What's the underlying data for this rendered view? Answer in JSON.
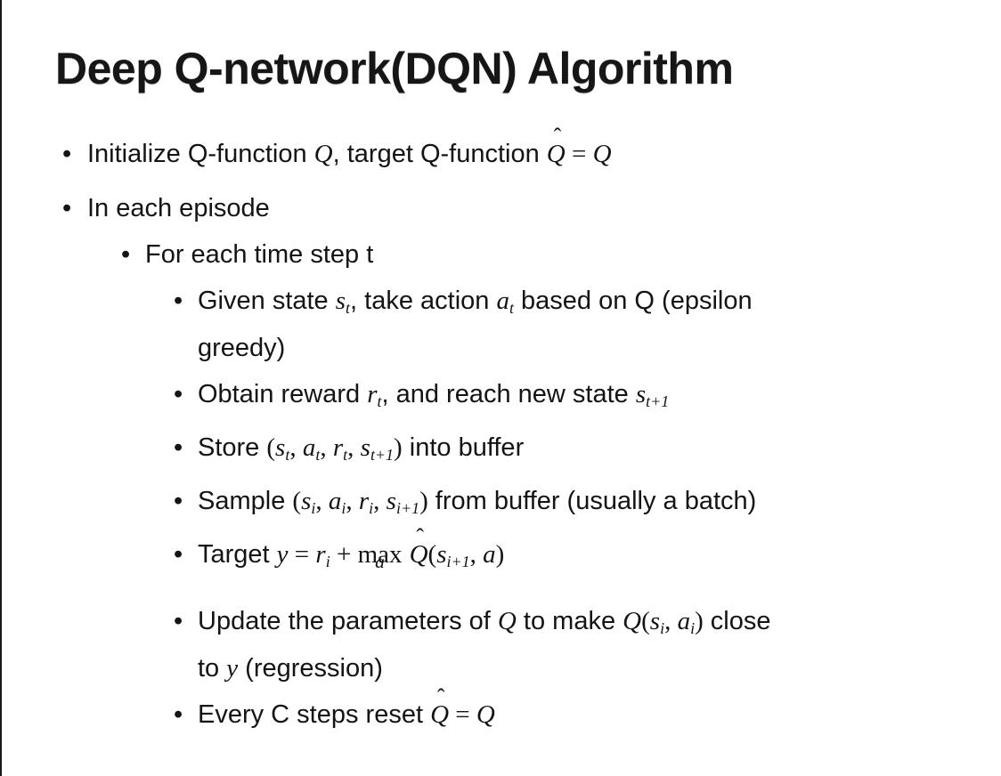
{
  "page": {
    "title": "Deep Q-network(DQN) Algorithm"
  },
  "glyphs": {
    "bullet": "•",
    "hat": "ˆ"
  },
  "slide": {
    "bullets": [
      {
        "level": 1,
        "segments": [
          {
            "t": "t",
            "v": "Initialize Q-function "
          },
          {
            "t": "m",
            "v": "Q"
          },
          {
            "t": "t",
            "v": ", target Q-function "
          },
          {
            "t": "qhat",
            "v": "Q"
          },
          {
            "t": "mu",
            "v": " = "
          },
          {
            "t": "m",
            "v": "Q"
          }
        ]
      },
      {
        "level": 1,
        "segments": [
          {
            "t": "t",
            "v": "In each episode"
          }
        ]
      },
      {
        "level": 2,
        "segments": [
          {
            "t": "t",
            "v": "For each time step t"
          }
        ]
      },
      {
        "level": 3,
        "segments": [
          {
            "t": "t",
            "v": "Given state "
          },
          {
            "t": "m",
            "v": "s"
          },
          {
            "t": "sub",
            "v": "t"
          },
          {
            "t": "t",
            "v": ", take action "
          },
          {
            "t": "m",
            "v": "a"
          },
          {
            "t": "sub",
            "v": "t"
          },
          {
            "t": "t",
            "v": " based on Q (epsilon"
          },
          {
            "t": "br"
          },
          {
            "t": "t",
            "v": "greedy)"
          }
        ]
      },
      {
        "level": 3,
        "segments": [
          {
            "t": "t",
            "v": "Obtain reward "
          },
          {
            "t": "m",
            "v": "r"
          },
          {
            "t": "sub",
            "v": "t"
          },
          {
            "t": "t",
            "v": ", and reach new state "
          },
          {
            "t": "m",
            "v": "s"
          },
          {
            "t": "sub",
            "v": "t+1"
          }
        ]
      },
      {
        "level": 3,
        "segments": [
          {
            "t": "t",
            "v": "Store "
          },
          {
            "t": "mu",
            "v": "("
          },
          {
            "t": "m",
            "v": "s"
          },
          {
            "t": "sub",
            "v": "t"
          },
          {
            "t": "mu",
            "v": ", "
          },
          {
            "t": "m",
            "v": "a"
          },
          {
            "t": "sub",
            "v": "t"
          },
          {
            "t": "mu",
            "v": ", "
          },
          {
            "t": "m",
            "v": "r"
          },
          {
            "t": "sub",
            "v": "t"
          },
          {
            "t": "mu",
            "v": ", "
          },
          {
            "t": "m",
            "v": "s"
          },
          {
            "t": "sub",
            "v": "t+1"
          },
          {
            "t": "mu",
            "v": ")"
          },
          {
            "t": "t",
            "v": " into buffer"
          }
        ]
      },
      {
        "level": 3,
        "segments": [
          {
            "t": "t",
            "v": "Sample "
          },
          {
            "t": "mu",
            "v": "("
          },
          {
            "t": "m",
            "v": "s"
          },
          {
            "t": "sub",
            "v": "i"
          },
          {
            "t": "mu",
            "v": ", "
          },
          {
            "t": "m",
            "v": "a"
          },
          {
            "t": "sub",
            "v": "i"
          },
          {
            "t": "mu",
            "v": ", "
          },
          {
            "t": "m",
            "v": "r"
          },
          {
            "t": "sub",
            "v": "i"
          },
          {
            "t": "mu",
            "v": ", "
          },
          {
            "t": "m",
            "v": "s"
          },
          {
            "t": "sub",
            "v": "i+1"
          },
          {
            "t": "mu",
            "v": ")"
          },
          {
            "t": "t",
            "v": " from buffer (usually a batch)"
          }
        ]
      },
      {
        "level": 3,
        "segments": [
          {
            "t": "t",
            "v": "Target "
          },
          {
            "t": "m",
            "v": "y"
          },
          {
            "t": "mu",
            "v": " = "
          },
          {
            "t": "m",
            "v": "r"
          },
          {
            "t": "sub",
            "v": "i"
          },
          {
            "t": "mu",
            "v": " + "
          },
          {
            "t": "munder",
            "main": "max",
            "under": "a"
          },
          {
            "t": "t",
            "v": " "
          },
          {
            "t": "qhat",
            "v": "Q"
          },
          {
            "t": "mu",
            "v": "("
          },
          {
            "t": "m",
            "v": "s"
          },
          {
            "t": "sub",
            "v": "i+1"
          },
          {
            "t": "mu",
            "v": ", "
          },
          {
            "t": "m",
            "v": "a"
          },
          {
            "t": "mu",
            "v": ")"
          }
        ]
      },
      {
        "level": 3,
        "segments": [
          {
            "t": "t",
            "v": "Update the parameters of "
          },
          {
            "t": "m",
            "v": "Q"
          },
          {
            "t": "t",
            "v": " to make "
          },
          {
            "t": "m",
            "v": "Q"
          },
          {
            "t": "mu",
            "v": "("
          },
          {
            "t": "m",
            "v": "s"
          },
          {
            "t": "sub",
            "v": "i"
          },
          {
            "t": "mu",
            "v": ", "
          },
          {
            "t": "m",
            "v": "a"
          },
          {
            "t": "sub",
            "v": "i"
          },
          {
            "t": "mu",
            "v": ")"
          },
          {
            "t": "t",
            "v": " close"
          },
          {
            "t": "br"
          },
          {
            "t": "t",
            "v": "to "
          },
          {
            "t": "m",
            "v": "y"
          },
          {
            "t": "t",
            "v": " (regression)"
          }
        ]
      },
      {
        "level": 3,
        "segments": [
          {
            "t": "t",
            "v": "Every C steps reset "
          },
          {
            "t": "qhat",
            "v": "Q"
          },
          {
            "t": "mu",
            "v": " = "
          },
          {
            "t": "m",
            "v": "Q"
          }
        ]
      }
    ]
  }
}
